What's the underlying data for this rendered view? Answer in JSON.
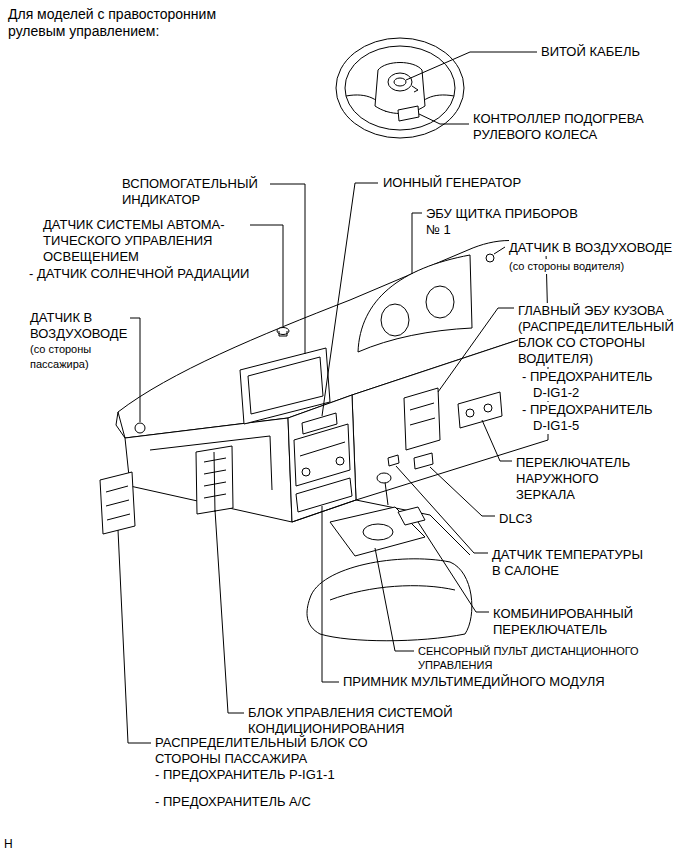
{
  "diagram": {
    "title": "Для моделей с правосторонним рулевым управлением:",
    "labels": [
      "ВИТОЙ КАБЕЛЬ",
      "КОНТРОЛЛЕР ПОДОГРЕВА РУЛЕВОГО КОЛЕСА",
      "ВСПОМОГАТЕЛЬНЫЙ ИНДИКАТОР",
      "ИОННЫЙ ГЕНЕРАТОР",
      "ЭБУ ЩИТКА ПРИБОРОВ № 1",
      "ДАТЧИК СИСТЕМЫ АВТОМА- ТИЧЕСКОГО УПРАВЛЕНИЯ ОСВЕЩЕНИЕМ",
      "- ДАТЧИК СОЛНЕЧНОЙ РАДИАЦИИ",
      "ДАТЧИК В ВОЗДУХОВОДЕ",
      "(со стороны водителя)",
      "ДАТЧИК В ВОЗДУХОВОДЕ",
      "(со стороны пассажира)",
      "ГЛАВНЫЙ ЭБУ КУЗОВА (РАСПРЕДЕЛИТЕЛЬНЫЙ БЛОК СО СТОРОНЫ ВОДИТЕЛЯ)",
      "- ПРЕДОХРАНИТЕЛЬ D-IG1-2",
      "- ПРЕДОХРАНИТЕЛЬ D-IG1-5",
      "ПЕРЕКЛЮЧАТЕЛЬ НАРУЖНОГО ЗЕРКАЛА",
      "DLC3",
      "ДАТЧИК ТЕМПЕРАТУРЫ В САЛОНЕ",
      "КОМБИНИРОВАННЫЙ ПЕРЕКЛЮЧАТЕЛЬ",
      "СЕНСОРНЫЙ ПУЛЬТ ДИСТАНЦИОННОГО УПРАВЛЕНИЯ",
      "ПРИМНИК МУЛЬТИМЕДИЙНОГО МОДУЛЯ",
      "БЛОК УПРАВЛЕНИЯ СИСТЕМОЙ КОНДИЦИОНИРОВАНИЯ",
      "РАСПРЕДЕЛИТЕЛЬНЫЙ БЛОК СО СТОРОНЫ ПАССАЖИРА",
      "- ПРЕДОХРАНИТЕЛЬ P-IG1-1",
      "- ПРЕДОХРАНИТЕЛЬ A/C",
      "H"
    ]
  }
}
